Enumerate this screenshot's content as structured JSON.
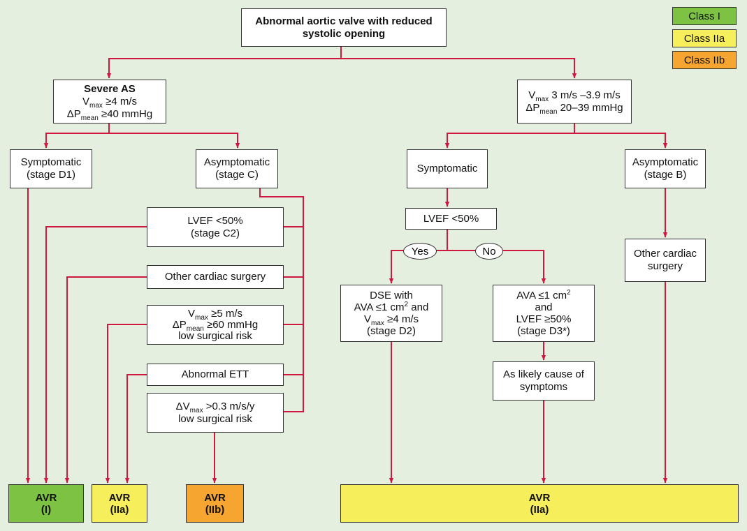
{
  "legend": {
    "class_i": "Class I",
    "class_iia": "Class IIa",
    "class_iib": "Class IIb",
    "colors": {
      "class_i": "#7dc242",
      "class_iia": "#f6ee5a",
      "class_iib": "#f6a530"
    }
  },
  "root": {
    "line1": "Abnormal aortic valve with reduced",
    "line2": "systolic opening"
  },
  "severe": {
    "title": "Severe AS",
    "vmax_v": "V",
    "vmax_sub": "max",
    "vmax_rest": " ≥4 m/s",
    "dp_d": "ΔP",
    "dp_sub": "mean",
    "dp_rest": " ≥40 mmHg"
  },
  "moderate": {
    "vmax_v": "V",
    "vmax_sub": "max",
    "vmax_rest": " 3 m/s –3.9 m/s",
    "dp_d": "ΔP",
    "dp_sub": "mean",
    "dp_rest": " 20–39 mmHg"
  },
  "symptomatic_d1": {
    "line1": "Symptomatic",
    "line2": "(stage D1)"
  },
  "asymptomatic_c": {
    "line1": "Asymptomatic",
    "line2": "(stage C)"
  },
  "symptomatic_mod": {
    "line1": "Symptomatic"
  },
  "asymptomatic_b": {
    "line1": "Asymptomatic",
    "line2": "(stage B)"
  },
  "lvef_c2": {
    "line1": "LVEF <50%",
    "line2": "(stage C2)"
  },
  "other_surgery_left": {
    "line1": "Other cardiac surgery"
  },
  "vmax5": {
    "vmax_v": "V",
    "vmax_sub": "max",
    "vmax_rest": " ≥5 m/s",
    "dp_d": "ΔP",
    "dp_sub": "mean",
    "dp_rest": " ≥60 mmHg",
    "line3": "low surgical risk"
  },
  "abnormal_ett": {
    "line1": "Abnormal ETT"
  },
  "dvmax": {
    "dv": "ΔV",
    "dv_sub": "max",
    "dv_rest": " >0.3 m/s/y",
    "line2": "low surgical risk"
  },
  "lvef_mod": {
    "line1": "LVEF <50%"
  },
  "yes": "Yes",
  "no": "No",
  "dse": {
    "line1": "DSE with",
    "line2_a": "AVA ≤1 cm",
    "line2_sup": "2",
    "line2_b": " and",
    "vmax_v": "V",
    "vmax_sub": "max",
    "vmax_rest": " ≥4 m/s",
    "line4": "(stage D2)"
  },
  "ava_d3": {
    "line1_a": "AVA ≤1 cm",
    "line1_sup": "2",
    "line2": "and",
    "line3": "LVEF ≥50%",
    "line4": "(stage D3*)"
  },
  "likely_cause": {
    "line1": "As likely cause of",
    "line2": "symptoms"
  },
  "other_surgery_right": {
    "line1": "Other cardiac",
    "line2": "surgery"
  },
  "avr_i": {
    "line1": "AVR",
    "line2": "(I)"
  },
  "avr_iia_left": {
    "line1": "AVR",
    "line2": "(IIa)"
  },
  "avr_iib": {
    "line1": "AVR",
    "line2": "(IIb)"
  },
  "avr_iia_right": {
    "line1": "AVR",
    "line2": "(IIa)"
  },
  "colors": {
    "line": "#d0173f",
    "background": "#e5efdf"
  }
}
